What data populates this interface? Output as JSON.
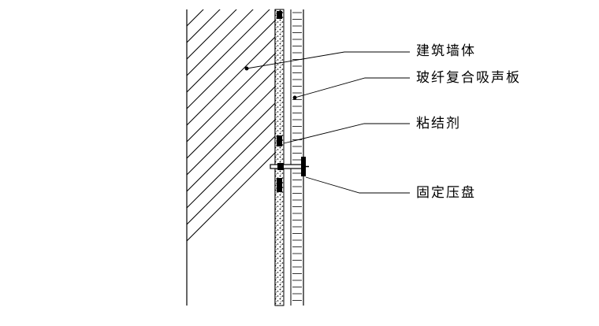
{
  "labels": {
    "wall": "建筑墙体",
    "panel": "玻纤复合吸声板",
    "adhesive": "粘结剂",
    "plate": "固定压盘"
  },
  "colors": {
    "line": "#000000",
    "background": "#ffffff"
  }
}
